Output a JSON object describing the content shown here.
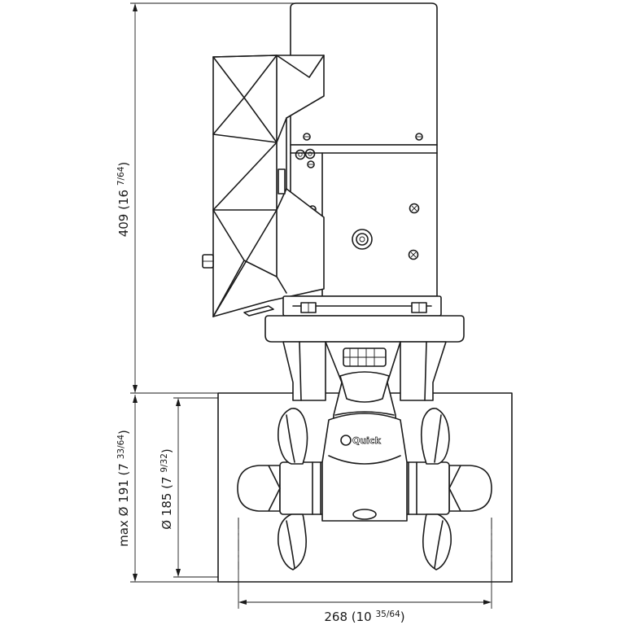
{
  "drawing": {
    "brand_label": "Quick",
    "dimensions": {
      "height_total": {
        "main": "409 (16 ",
        "frac": "7/64",
        "close": ")"
      },
      "max_diameter": {
        "main": "max Ø 191 (7 ",
        "frac": "33/64",
        "close": ")"
      },
      "tunnel_diameter": {
        "main": "Ø 185 (7 ",
        "frac": "9/32",
        "close": ")"
      },
      "width": {
        "main": "268 (10 ",
        "frac": "35/64",
        "close": ")"
      }
    }
  }
}
